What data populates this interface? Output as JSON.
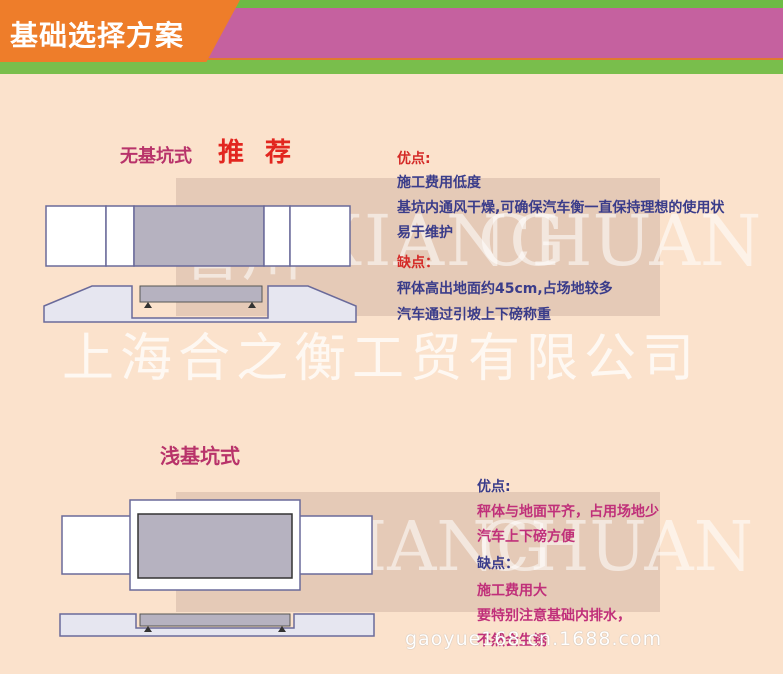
{
  "header": {
    "title": "基础选择方案",
    "colors": {
      "orange": "#ee7d2a",
      "pink": "#c5619f",
      "green": "#79be4c"
    }
  },
  "watermark": {
    "chars": "香川",
    "latin1": "XIANG",
    "latin2": "CHUAN",
    "company": "上海合之衡工贸有限公司"
  },
  "section1": {
    "title": "无基坑式",
    "recommend": "推 荐",
    "pros_label": "优点:",
    "pros": [
      "施工费用低度",
      "基坑内通风干燥,可确保汽车衡一直保持理想的使用状",
      "易于维护"
    ],
    "cons_label": "缺点：",
    "cons": [
      "秤体高出地面约45cm,占场地较多",
      "汽车通过引坡上下磅称重"
    ]
  },
  "section2": {
    "title": "浅基坑式",
    "pros_label": "优点:",
    "pros": [
      "秤体与地面平齐，占用场地少",
      "汽车上下磅方便"
    ],
    "cons_label": "缺点：",
    "cons": [
      "施工费用大",
      "要特别注意基础内排水，",
      "不然会生锈"
    ]
  },
  "footer": {
    "url": "gaoyue168.cn.1688.com"
  }
}
